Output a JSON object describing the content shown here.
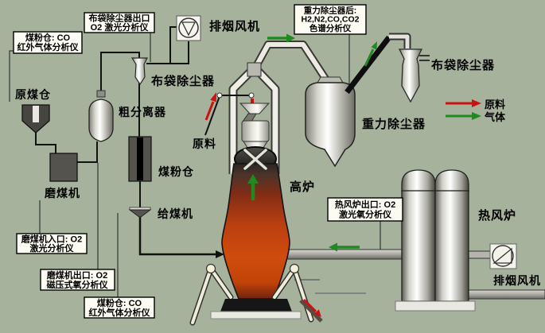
{
  "colors": {
    "background": "#a6b29c",
    "label_box": "#fcfcf2",
    "line": "#111111",
    "arrow_red": "#cc1111",
    "arrow_green": "#1f8a1f",
    "furnace_red": "#c64511",
    "metal_light": "#e9e9e1"
  },
  "legend": {
    "raw_material": "原料",
    "gas": "气体"
  },
  "equipment": {
    "raw_coal_bunker": "原煤仓",
    "coal_mill": "磨煤机",
    "coarse_separator": "粗分离器",
    "bag_filter_left": "布袋除尘器",
    "exhaust_fan_top": "排烟风机",
    "coal_powder_bunker": "煤粉仓",
    "coal_feeder": "给煤机",
    "raw_material_feed": "原料",
    "blast_furnace": "高炉",
    "gravity_dust_collector": "重力除尘器",
    "bag_filter_right": "布袋除尘器",
    "hot_blast_stove": "热风炉",
    "exhaust_fan_bottom": "排烟风机"
  },
  "analyzers": {
    "coal_bunker_co_top": {
      "line1": "煤粉仓: CO",
      "line2": "红外气体分析仪"
    },
    "bag_filter_outlet": {
      "line1": "布袋除尘器出口",
      "line2": "O2 激光分析仪"
    },
    "after_gravity_collector": {
      "line1": "重力除尘器后:",
      "line2": "H2,N2,CO,CO2",
      "line3": "色谱分析仪"
    },
    "hot_stove_outlet": {
      "line1": "热风炉出口: O2",
      "line2": "激光氧分析仪"
    },
    "mill_inlet": {
      "line1": "磨煤机入口: O2",
      "line2": "激光分析仪"
    },
    "mill_outlet": {
      "line1": "磨煤机出口: O2",
      "line2": "磁压式氧分析仪"
    },
    "coal_bunker_co_bottom": {
      "line1": "煤粉仓: CO",
      "line2": "红外气体分析仪"
    }
  }
}
